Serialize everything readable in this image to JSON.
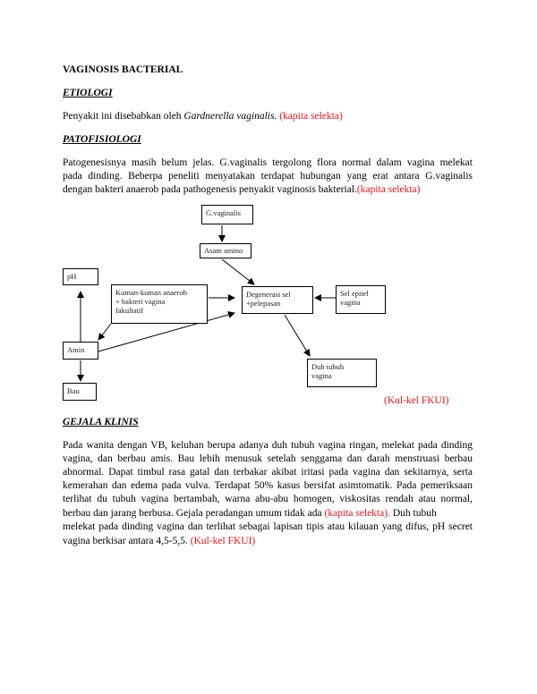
{
  "title": "VAGINOSIS BACTERIAL",
  "etiologi": {
    "heading": "ETIOLOGI",
    "text_prefix": "Penyakit ini disebabkan oleh ",
    "organism": "Gardnerella vaginalis.",
    "citation": " (kapita selekta)"
  },
  "patofisiologi": {
    "heading": "PATOFISIOLOGI",
    "line1": "Patogenesisnya masih belum jelas. G.vaginalis tergolong flora normal dalam vagina melekat",
    "line2": "pada dinding. Beberpa peneliti menyatakan terdapat hubungan yang erat antara G.vaginalis",
    "line3": "dengan bakteri anaerob pada pathogenesis penyakit vaginosis bakterial.",
    "citation": "(kapita selekta)"
  },
  "diagram": {
    "gvaginalis": "G.vaginalis",
    "asam_amino": "Asam amino",
    "ph": "pH",
    "kuman_line1": "Kuman-kuman anaerob",
    "kuman_line2": "+ bakteri vagina",
    "kuman_line3": "fakultatif",
    "degenerasi_line1": "Degenerasi sel",
    "degenerasi_line2": "+pelepasan",
    "sel_line1": "Sel epitel",
    "sel_line2": "vagina",
    "amin": "Amin",
    "bau": "Bau",
    "duh_line1": "Duh tubuh",
    "duh_line2": "vagina",
    "citation": "(Kul-kel FKUI)"
  },
  "gejala": {
    "heading": "GEJALA KLINIS",
    "line1": "Pada wanita dengan VB, keluhan berupa adanya duh tubuh vagina ringan, melekat pada dinding",
    "line2": "vagina, dan berbau amis. Bau lebih menusuk setelah senggama dan darah menstruasi berbau",
    "line3": "abnormal. Dapat timbul rasa gatal dan terbakar akibat iritasi pada vagina dan sekitarnya, serta",
    "line4": "kemerahan dan edema pada vulva. Terdapat 50% kasus bersifat asimtomatik. Pada pemeriksaan",
    "line5": "terlihat du tubuh vagina bertambah, warna abu-abu homogen, viskositas rendah atau normal,",
    "line6_prefix": "berbau dan jarang berbusa. Gejala peradangan umum tidak ada ",
    "line6_citation": "(kapita selekta).",
    "line6_suffix": " Duh tubuh",
    "line7": "melekat pada dinding vagina dan terlihat sebagai lapisan tipis atau kilauan yang difus, pH secret",
    "line8_prefix": "vagina berkisar antara 4,5-5,5. ",
    "line8_citation": "(Kul-kel FKUI)"
  }
}
